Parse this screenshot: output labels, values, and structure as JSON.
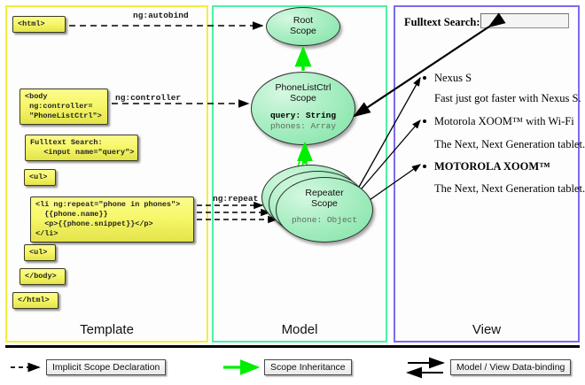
{
  "columns": [
    {
      "id": "template",
      "label": "Template",
      "border_color": "#f2ef3a"
    },
    {
      "id": "model",
      "label": "Model",
      "border_color": "#4ff0a5"
    },
    {
      "id": "view",
      "label": "View",
      "border_color": "#7b6ced"
    }
  ],
  "template": {
    "boxes": [
      {
        "name": "html-open-tag",
        "text": "<html>"
      },
      {
        "name": "body-open-tag",
        "text": "<body\n ng:controller=\n \"PhoneListCtrl\">"
      },
      {
        "name": "fulltext-search-markup",
        "text": "Fulltext Search:\n   <input name=\"query\">"
      },
      {
        "name": "ul-open-tag",
        "text": "<ul>"
      },
      {
        "name": "li-repeat-markup",
        "text": "<li ng:repeat=\"phone in phones\">\n  {{phone.name}}\n  <p>{{phone.snippet}}</p>\n</li>"
      },
      {
        "name": "ul-close-tag",
        "text": "<ul>"
      },
      {
        "name": "body-close-tag",
        "text": "</body>"
      },
      {
        "name": "html-close-tag",
        "text": "</html>"
      }
    ]
  },
  "model": {
    "scopes": [
      {
        "name": "root-scope",
        "title_line1": "Root",
        "title_line2": "Scope",
        "vars": []
      },
      {
        "name": "phonelistctrl-scope",
        "title_line1": "PhoneListCtrl",
        "title_line2": "Scope",
        "vars": [
          {
            "text": "query: String",
            "emphasis": "strong"
          },
          {
            "text": "phones: Array",
            "emphasis": "dim"
          }
        ]
      },
      {
        "name": "repeater-scope",
        "title_line1": "Repeater",
        "title_line2": "Scope",
        "vars": [
          {
            "text": "phone: Object",
            "emphasis": "dim"
          }
        ]
      }
    ]
  },
  "view": {
    "search_label": "Fulltext Search:",
    "search_value": "",
    "items": [
      {
        "name": "Nexus S",
        "snippet": "Fast just got faster with Nexus S.",
        "style": "normal"
      },
      {
        "name": "Motorola XOOM™  with Wi-Fi",
        "snippet": "The Next, Next Generation tablet.",
        "style": "normal"
      },
      {
        "name": "MOTOROLA XOOM™",
        "snippet": "The Next, Next Generation tablet.",
        "style": "caps"
      }
    ]
  },
  "connectors": [
    {
      "name": "ng-autobind-label",
      "text": "ng:autobind"
    },
    {
      "name": "ng-controller-label",
      "text": "ng:controller"
    },
    {
      "name": "ng-repeat-label",
      "text": "ng:repeat"
    }
  ],
  "legend": [
    {
      "name": "legend-implicit-scope-declaration",
      "label": "Implicit Scope Declaration",
      "arrow": "dashed-black"
    },
    {
      "name": "legend-scope-inheritance",
      "label": "Scope Inheritance",
      "arrow": "solid-green"
    },
    {
      "name": "legend-model-view-data-binding",
      "label": "Model / View Data-binding",
      "arrow": "double-black"
    }
  ],
  "colors": {
    "template_border": "#f2ef3a",
    "model_border": "#4ff0a5",
    "view_border": "#7b6ced",
    "scope_fill": "#7fe3a6",
    "code_fill": "#f7f76a",
    "inheritance_arrow": "#00ee00"
  }
}
